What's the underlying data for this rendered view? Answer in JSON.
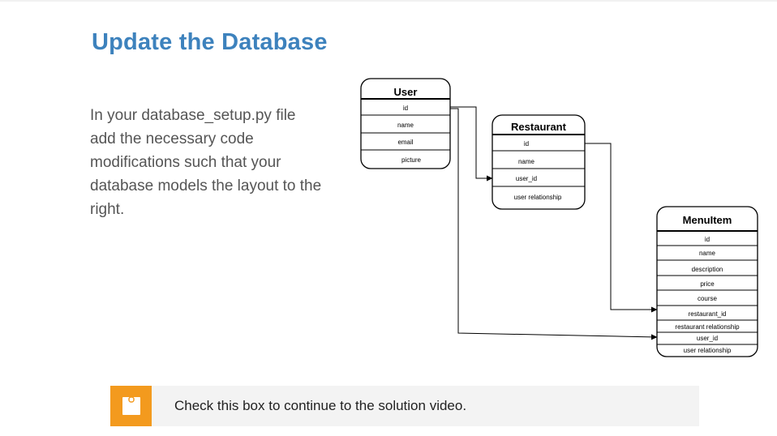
{
  "slide": {
    "title": "Update the Database",
    "body": "In your database_setup.py file add the necessary code modifications such that your database models the layout to the right."
  },
  "diagram": {
    "user": {
      "title": "User",
      "fields": [
        "id",
        "name",
        "email",
        "picture"
      ]
    },
    "restaurant": {
      "title": "Restaurant",
      "fields": [
        "id",
        "name",
        "user_id",
        "user relationship"
      ]
    },
    "menuitem": {
      "title": "MenuItem",
      "fields": [
        "id",
        "name",
        "description",
        "price",
        "course",
        "restaurant_id",
        "restaurant relationship",
        "user_id",
        "user relationship"
      ]
    }
  },
  "checkbox": {
    "label": "Check this box to continue to the solution video.",
    "checked": false,
    "accent_color": "#f39a1e"
  },
  "colors": {
    "title": "#3d82bd",
    "body_text": "#555555",
    "bar_background": "#f3f3f3"
  }
}
